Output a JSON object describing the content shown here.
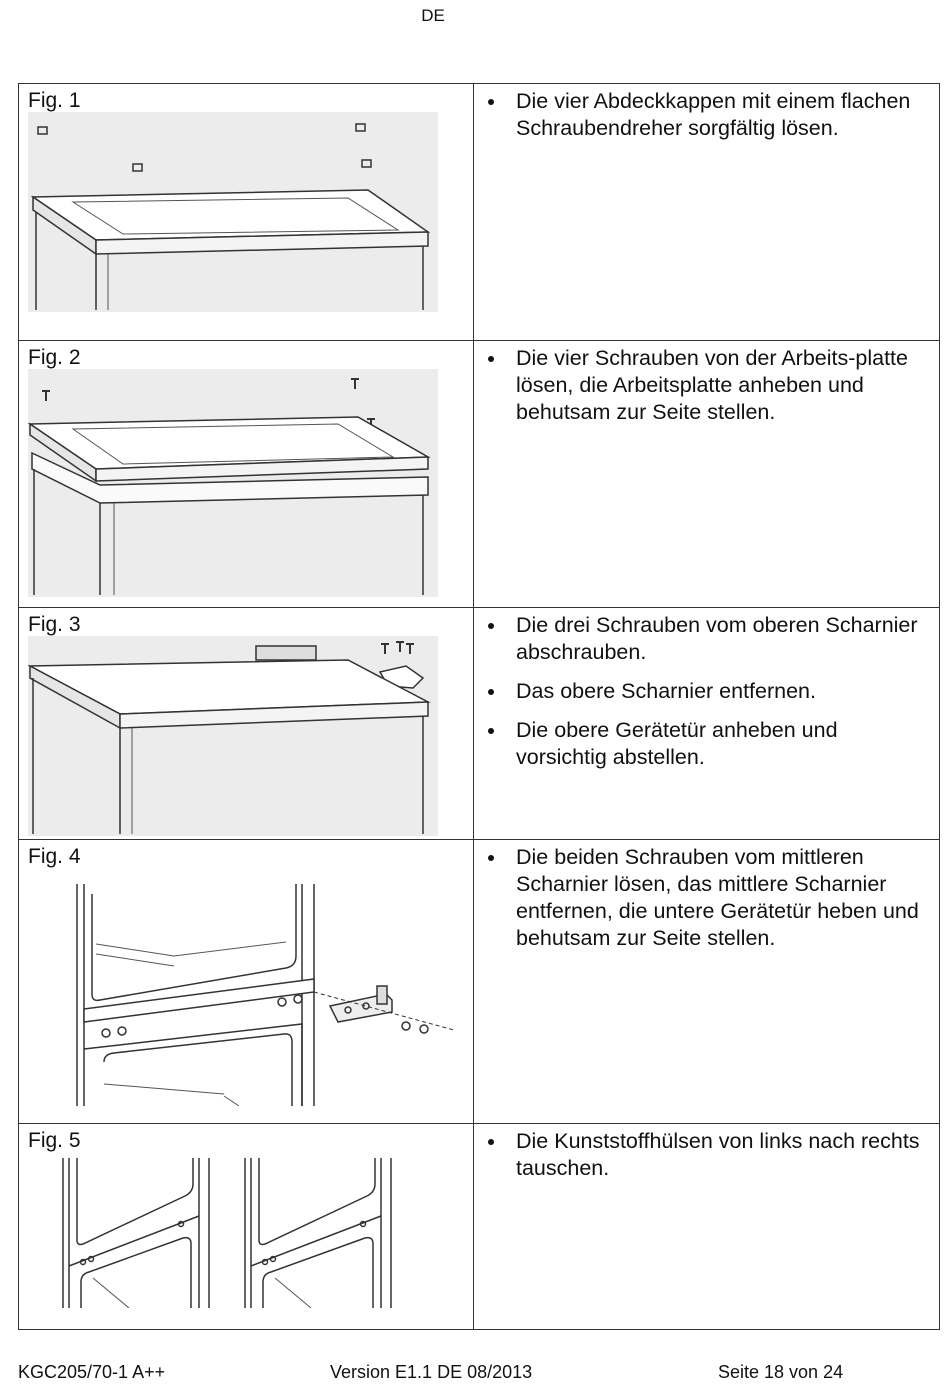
{
  "header": {
    "language": "DE"
  },
  "rows": [
    {
      "fig": "Fig. 1",
      "steps": [
        "Die vier Abdeckkappen mit einem flachen Schraubendreher sorgfältig lösen."
      ]
    },
    {
      "fig": "Fig. 2",
      "steps": [
        "Die vier Schrauben von der Arbeits-platte lösen, die Arbeitsplatte anheben und behutsam zur Seite stellen."
      ]
    },
    {
      "fig": "Fig. 3",
      "steps": [
        "Die drei Schrauben vom oberen Scharnier abschrauben.",
        "Das obere Scharnier entfernen.",
        "Die obere Gerätetür anheben und vorsichtig abstellen."
      ]
    },
    {
      "fig": "Fig. 4",
      "steps": [
        "Die beiden Schrauben vom mittleren Scharnier lösen, das mittlere Scharnier entfernen, die untere Gerätetür heben und behutsam zur Seite stellen."
      ]
    },
    {
      "fig": "Fig. 5",
      "steps": [
        "Die Kunststoffhülsen von links nach rechts tauschen."
      ]
    }
  ],
  "footer": {
    "model": "KGC205/70-1 A++",
    "version": "Version E1.1 DE 08/2013",
    "page": "Seite 18 von 24"
  }
}
